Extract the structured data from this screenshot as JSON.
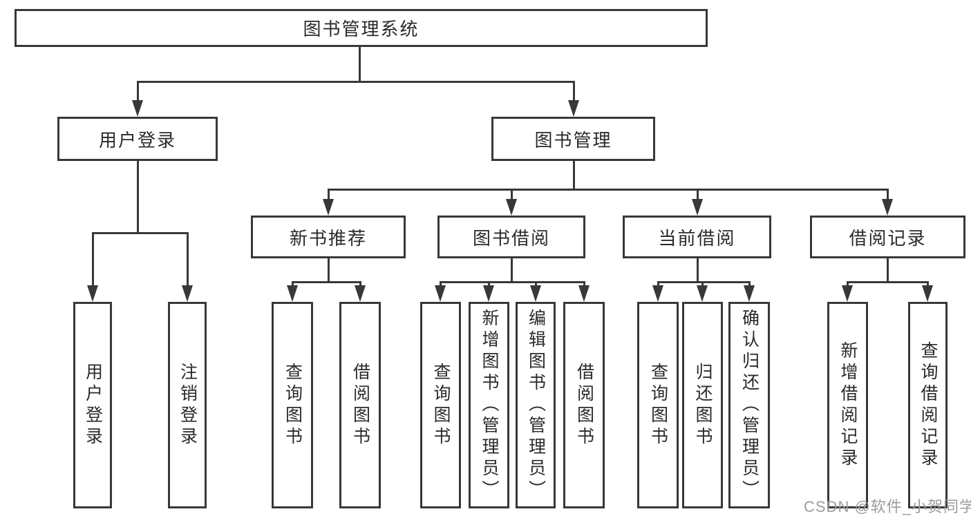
{
  "diagram": {
    "root": {
      "label": "图书管理系统"
    },
    "branches": {
      "user": {
        "label": "用户登录",
        "children": [
          {
            "label": "用户登录"
          },
          {
            "label": "注销登录"
          }
        ]
      },
      "book": {
        "label": "图书管理",
        "children": [
          {
            "label": "新书推荐",
            "children": [
              {
                "label": "查询图书"
              },
              {
                "label": "借阅图书"
              }
            ]
          },
          {
            "label": "图书借阅",
            "children": [
              {
                "label": "查询图书"
              },
              {
                "label": "新增图书（管理员）"
              },
              {
                "label": "编辑图书（管理员）"
              },
              {
                "label": "借阅图书"
              }
            ]
          },
          {
            "label": "当前借阅",
            "children": [
              {
                "label": "查询图书"
              },
              {
                "label": "归还图书"
              },
              {
                "label": "确认归还（管理员）"
              }
            ]
          },
          {
            "label": "借阅记录",
            "children": [
              {
                "label": "新增借阅记录"
              },
              {
                "label": "查询借阅记录"
              }
            ]
          }
        ]
      }
    },
    "watermark": "CSDN @软件_小贺同学",
    "colors": {
      "line": "#383838",
      "box_border": "#383838",
      "text": "#2a2a2a",
      "watermark": "#9c9c9c",
      "background": "#ffffff"
    }
  }
}
